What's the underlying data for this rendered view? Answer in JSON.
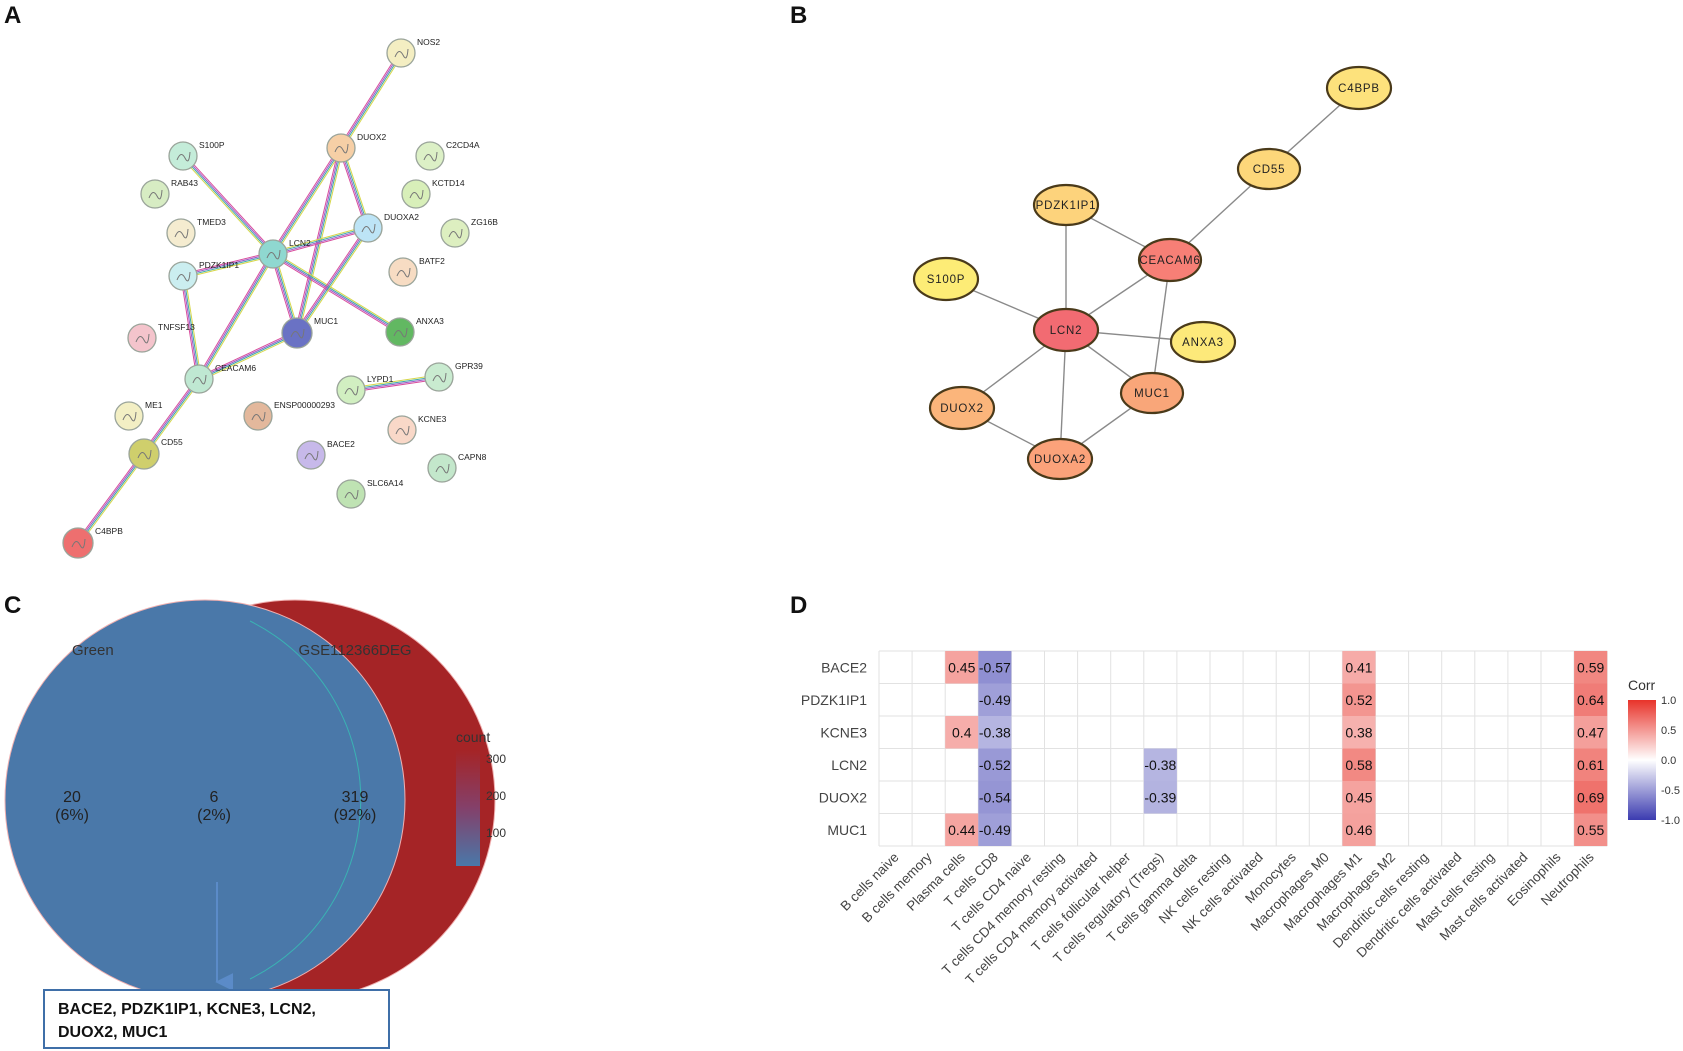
{
  "panels": {
    "A": "A",
    "B": "B",
    "C": "C",
    "D": "D"
  },
  "string_network": {
    "nodes": [
      {
        "id": "NOS2",
        "color": "#f4eec2"
      },
      {
        "id": "DUOX2",
        "color": "#f6cfa6"
      },
      {
        "id": "C2CD4A",
        "color": "#dcf0c6"
      },
      {
        "id": "S100P",
        "color": "#c4ecd9"
      },
      {
        "id": "RAB43",
        "color": "#d7ecc3"
      },
      {
        "id": "KCTD14",
        "color": "#d8efb9"
      },
      {
        "id": "DUOXA2",
        "color": "#bde4f6"
      },
      {
        "id": "TMED3",
        "color": "#f5ecd0"
      },
      {
        "id": "ZG16B",
        "color": "#ddefc0"
      },
      {
        "id": "LCN2",
        "color": "#8fd8d0"
      },
      {
        "id": "PDZK1IP1",
        "color": "#cbeef0"
      },
      {
        "id": "BATF2",
        "color": "#f7dcc3"
      },
      {
        "id": "TNFSF13",
        "color": "#f4c4cc"
      },
      {
        "id": "MUC1",
        "color": "#6a72c4"
      },
      {
        "id": "ANXA3",
        "color": "#62b862"
      },
      {
        "id": "CEACAM6",
        "color": "#bfe8d2"
      },
      {
        "id": "LYPD1",
        "color": "#d1efc1"
      },
      {
        "id": "GPR39",
        "color": "#c9ebd0"
      },
      {
        "id": "ME1",
        "color": "#f3efc4"
      },
      {
        "id": "ENSP00000293",
        "color": "#e3b89c"
      },
      {
        "id": "KCNE3",
        "color": "#f9d8c8"
      },
      {
        "id": "CD55",
        "color": "#cfcf6c"
      },
      {
        "id": "BACE2",
        "color": "#c7b9ea"
      },
      {
        "id": "CAPN8",
        "color": "#c3e7cb"
      },
      {
        "id": "SLC6A14",
        "color": "#bfe3b3"
      },
      {
        "id": "C4BPB",
        "color": "#ee6f6f"
      }
    ],
    "edges": [
      [
        "NOS2",
        "DUOX2"
      ],
      [
        "DUOX2",
        "LCN2"
      ],
      [
        "DUOX2",
        "DUOXA2"
      ],
      [
        "DUOX2",
        "MUC1"
      ],
      [
        "LCN2",
        "S100P"
      ],
      [
        "LCN2",
        "DUOXA2"
      ],
      [
        "LCN2",
        "PDZK1IP1"
      ],
      [
        "LCN2",
        "MUC1"
      ],
      [
        "LCN2",
        "ANXA3"
      ],
      [
        "LCN2",
        "CEACAM6"
      ],
      [
        "DUOXA2",
        "MUC1"
      ],
      [
        "MUC1",
        "CEACAM6"
      ],
      [
        "PDZK1IP1",
        "CEACAM6"
      ],
      [
        "CEACAM6",
        "CD55"
      ],
      [
        "CD55",
        "C4BPB"
      ],
      [
        "LYPD1",
        "GPR39"
      ]
    ]
  },
  "cytoscape_network": {
    "nodes": [
      {
        "id": "C4BPB",
        "label": "C4BPB",
        "color": "#fde27c"
      },
      {
        "id": "CD55",
        "label": "CD55",
        "color": "#fdd77a"
      },
      {
        "id": "PDZK1IP1",
        "label": "PDZK1IP1",
        "color": "#fdd37c"
      },
      {
        "id": "CEACAM6",
        "label": "CEACAM6",
        "color": "#f77f76"
      },
      {
        "id": "S100P",
        "label": "S100P",
        "color": "#fdec76"
      },
      {
        "id": "LCN2",
        "label": "LCN2",
        "color": "#f26b72"
      },
      {
        "id": "ANXA3",
        "label": "ANXA3",
        "color": "#fde97a"
      },
      {
        "id": "MUC1",
        "label": "MUC1",
        "color": "#f9a679"
      },
      {
        "id": "DUOX2",
        "label": "DUOX2",
        "color": "#fbb57b"
      },
      {
        "id": "DUOXA2",
        "label": "DUOXA2",
        "color": "#fba27a"
      }
    ],
    "edges": [
      [
        "C4BPB",
        "CD55"
      ],
      [
        "CD55",
        "CEACAM6"
      ],
      [
        "PDZK1IP1",
        "CEACAM6"
      ],
      [
        "PDZK1IP1",
        "LCN2"
      ],
      [
        "S100P",
        "LCN2"
      ],
      [
        "CEACAM6",
        "LCN2"
      ],
      [
        "CEACAM6",
        "MUC1"
      ],
      [
        "LCN2",
        "ANXA3"
      ],
      [
        "LCN2",
        "MUC1"
      ],
      [
        "LCN2",
        "DUOX2"
      ],
      [
        "LCN2",
        "DUOXA2"
      ],
      [
        "DUOX2",
        "DUOXA2"
      ],
      [
        "MUC1",
        "DUOXA2"
      ]
    ]
  },
  "venn": {
    "set_left": "Green",
    "set_right": "GSE112366DEG",
    "left_count": "20",
    "left_pct": "(6%)",
    "mid_count": "6",
    "mid_pct": "(2%)",
    "right_count": "319",
    "right_pct": "(92%)",
    "left_color": "#4a78a9",
    "right_color": "#a52426",
    "legend_title": "count",
    "legend_ticks": [
      "300",
      "200",
      "100"
    ],
    "gene_box_line1": "BACE2, PDZK1IP1, KCNE3, LCN2,",
    "gene_box_line2": "DUOX2, MUC1",
    "box_border_color": "#3f6fa8"
  },
  "chart_data": {
    "type": "heatmap",
    "rows": [
      "BACE2",
      "PDZK1IP1",
      "KCNE3",
      "LCN2",
      "DUOX2",
      "MUC1"
    ],
    "columns": [
      "B cells naive",
      "B cells memory",
      "Plasma cells",
      "T cells CD8",
      "T cells CD4 naive",
      "T cells CD4 memory resting",
      "T cells CD4 memory activated",
      "T cells follicular helper",
      "T cells regulatory (Tregs)",
      "T cells gamma delta",
      "NK cells resting",
      "NK cells activated",
      "Monocytes",
      "Macrophages M0",
      "Macrophages M1",
      "Macrophages M2",
      "Dendritic cells resting",
      "Dendritic cells activated",
      "Mast cells resting",
      "Mast cells activated",
      "Eosinophils",
      "Neutrophils"
    ],
    "cells": [
      {
        "row": "BACE2",
        "col": "Plasma cells",
        "value": 0.45,
        "label": "0.45"
      },
      {
        "row": "BACE2",
        "col": "T cells CD8",
        "value": -0.57,
        "label": "-0.57"
      },
      {
        "row": "BACE2",
        "col": "Macrophages M1",
        "value": 0.41,
        "label": "0.41"
      },
      {
        "row": "BACE2",
        "col": "Neutrophils",
        "value": 0.59,
        "label": "0.59"
      },
      {
        "row": "PDZK1IP1",
        "col": "T cells CD8",
        "value": -0.49,
        "label": "-0.49"
      },
      {
        "row": "PDZK1IP1",
        "col": "Macrophages M1",
        "value": 0.52,
        "label": "0.52"
      },
      {
        "row": "PDZK1IP1",
        "col": "Neutrophils",
        "value": 0.64,
        "label": "0.64"
      },
      {
        "row": "KCNE3",
        "col": "Plasma cells",
        "value": 0.4,
        "label": "0.4"
      },
      {
        "row": "KCNE3",
        "col": "T cells CD8",
        "value": -0.38,
        "label": "-0.38"
      },
      {
        "row": "KCNE3",
        "col": "Macrophages M1",
        "value": 0.38,
        "label": "0.38"
      },
      {
        "row": "KCNE3",
        "col": "Neutrophils",
        "value": 0.47,
        "label": "0.47"
      },
      {
        "row": "LCN2",
        "col": "T cells CD8",
        "value": -0.52,
        "label": "-0.52"
      },
      {
        "row": "LCN2",
        "col": "T cells regulatory (Tregs)",
        "value": -0.38,
        "label": "-0.38"
      },
      {
        "row": "LCN2",
        "col": "Macrophages M1",
        "value": 0.58,
        "label": "0.58"
      },
      {
        "row": "LCN2",
        "col": "Neutrophils",
        "value": 0.61,
        "label": "0.61"
      },
      {
        "row": "DUOX2",
        "col": "T cells CD8",
        "value": -0.54,
        "label": "-0.54"
      },
      {
        "row": "DUOX2",
        "col": "T cells regulatory (Tregs)",
        "value": -0.39,
        "label": "-0.39"
      },
      {
        "row": "DUOX2",
        "col": "Macrophages M1",
        "value": 0.45,
        "label": "0.45"
      },
      {
        "row": "DUOX2",
        "col": "Neutrophils",
        "value": 0.69,
        "label": "0.69"
      },
      {
        "row": "MUC1",
        "col": "Plasma cells",
        "value": 0.44,
        "label": "0.44"
      },
      {
        "row": "MUC1",
        "col": "T cells CD8",
        "value": -0.49,
        "label": "-0.49"
      },
      {
        "row": "MUC1",
        "col": "Macrophages M1",
        "value": 0.46,
        "label": "0.46"
      },
      {
        "row": "MUC1",
        "col": "Neutrophils",
        "value": 0.55,
        "label": "0.55"
      }
    ],
    "legend_title": "Corr",
    "legend_ticks": [
      "1.0",
      "0.5",
      "0.0",
      "-0.5",
      "-1.0"
    ],
    "color_low": "#3b3bb0",
    "color_mid": "#ffffff",
    "color_high": "#e8332a",
    "grid_background": "#ffffff"
  }
}
